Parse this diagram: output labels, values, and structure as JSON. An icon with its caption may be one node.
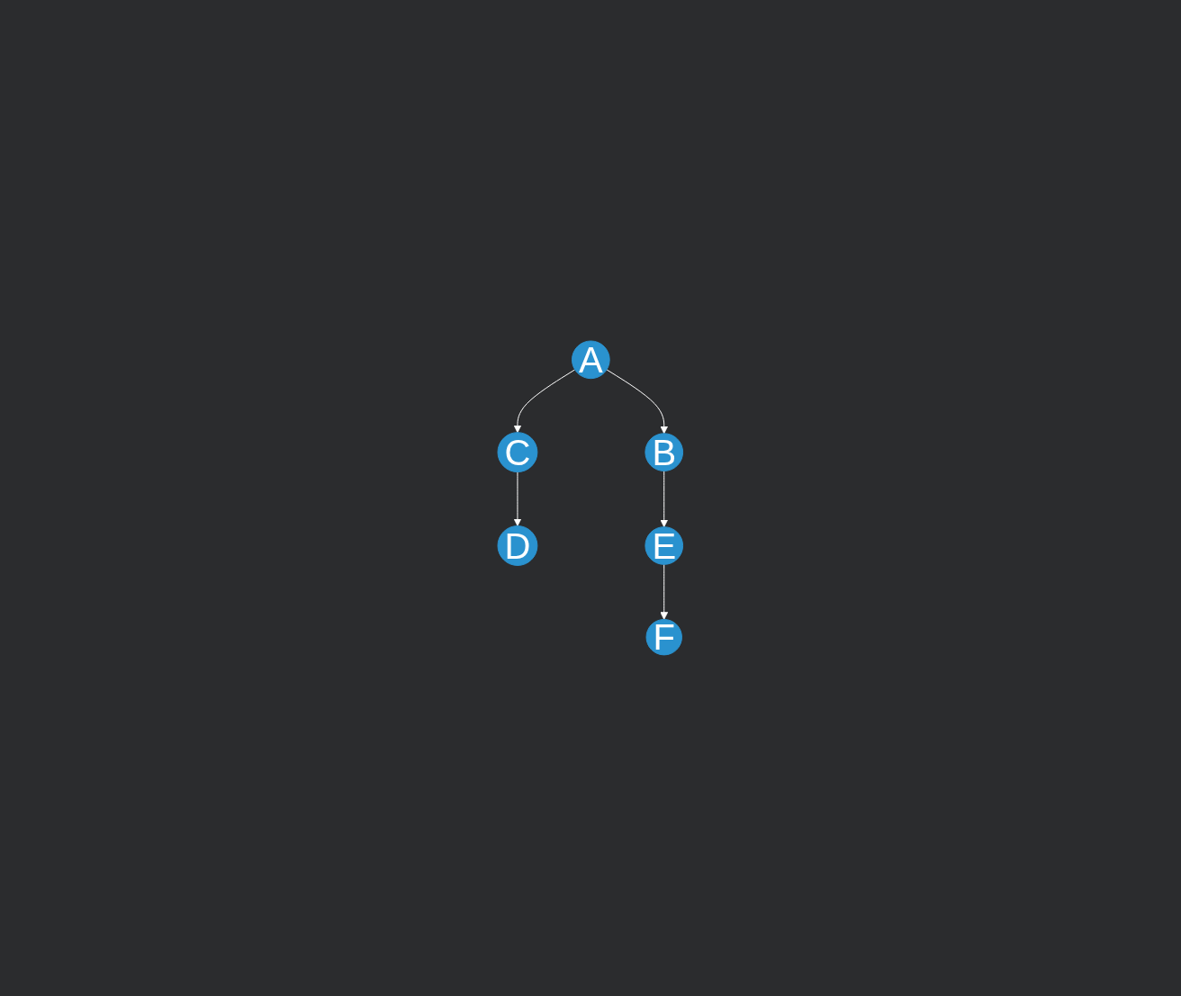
{
  "diagram": {
    "nodes": [
      {
        "text": [
          "A"
        ]
      },
      {
        "text": [
          "B"
        ]
      },
      {
        "text": [
          "C"
        ]
      },
      {
        "text": [
          "D"
        ]
      },
      {
        "text": [
          "E"
        ]
      },
      {
        "text": [
          "F"
        ]
      }
    ],
    "edges": [
      {
        "from": 0,
        "to": 1,
        "arrow": "to"
      },
      {
        "from": 0,
        "to": 2,
        "arrow": "to"
      },
      {
        "from": 2,
        "to": 3,
        "arrow": "to"
      },
      {
        "from": 1,
        "to": 4,
        "arrow": "to"
      },
      {
        "from": 4,
        "to": 5,
        "arrow": "to"
      }
    ]
  }
}
